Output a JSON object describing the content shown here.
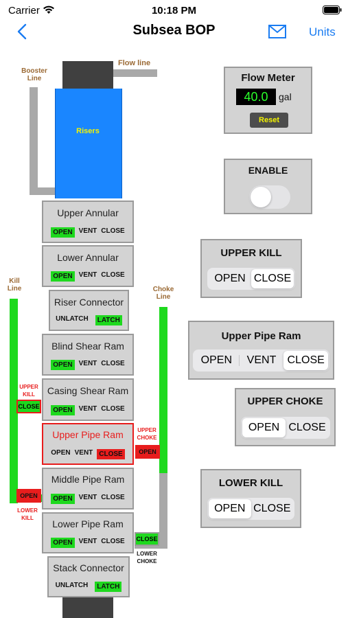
{
  "status_bar": {
    "carrier": "Carrier",
    "time": "10:18 PM"
  },
  "nav": {
    "title": "Subsea BOP",
    "units_label": "Units",
    "back_icon": "chevron-left-icon",
    "mail_icon": "envelope-icon"
  },
  "stack": {
    "booster_line": "Booster Line",
    "flow_line": "Flow line",
    "risers": "Risers",
    "kill_line": "Kill Line",
    "choke_line": "Choke Line",
    "components": [
      {
        "name": "Upper Annular",
        "buttons": [
          "OPEN",
          "VENT",
          "CLOSE"
        ],
        "active": "OPEN"
      },
      {
        "name": "Lower Annular",
        "buttons": [
          "OPEN",
          "VENT",
          "CLOSE"
        ],
        "active": "OPEN"
      },
      {
        "name": "Riser Connector",
        "buttons": [
          "UNLATCH",
          "LATCH"
        ],
        "active": "LATCH"
      },
      {
        "name": "Blind Shear Ram",
        "buttons": [
          "OPEN",
          "VENT",
          "CLOSE"
        ],
        "active": "OPEN"
      },
      {
        "name": "Casing Shear Ram",
        "buttons": [
          "OPEN",
          "VENT",
          "CLOSE"
        ],
        "active": "OPEN"
      },
      {
        "name": "Upper Pipe Ram",
        "buttons": [
          "OPEN",
          "VENT",
          "CLOSE"
        ],
        "active": "CLOSE"
      },
      {
        "name": "Middle Pipe Ram",
        "buttons": [
          "OPEN",
          "VENT",
          "CLOSE"
        ],
        "active": "OPEN"
      },
      {
        "name": "Lower Pipe Ram",
        "buttons": [
          "OPEN",
          "VENT",
          "CLOSE"
        ],
        "active": "OPEN"
      },
      {
        "name": "Stack Connector",
        "buttons": [
          "UNLATCH",
          "LATCH"
        ],
        "active": "LATCH"
      }
    ],
    "valves": {
      "upper_kill": {
        "label": "UPPER KILL",
        "state": "CLOSE"
      },
      "lower_kill": {
        "label": "LOWER KILL",
        "state": "OPEN"
      },
      "upper_choke": {
        "label": "UPPER CHOKE",
        "state": "OPEN"
      },
      "lower_choke": {
        "label": "LOWER CHOKE",
        "state": "CLOSE"
      }
    }
  },
  "flow_meter": {
    "title": "Flow Meter",
    "value": "40.0",
    "unit": "gal",
    "reset_label": "Reset"
  },
  "enable": {
    "title": "ENABLE",
    "on": false
  },
  "controls": {
    "upper_kill": {
      "title": "UPPER KILL",
      "options": [
        "OPEN",
        "CLOSE"
      ],
      "selected": "CLOSE"
    },
    "upper_pipe_ram": {
      "title": "Upper Pipe Ram",
      "options": [
        "OPEN",
        "VENT",
        "CLOSE"
      ],
      "selected": "CLOSE"
    },
    "upper_choke": {
      "title": "UPPER CHOKE",
      "options": [
        "OPEN",
        "CLOSE"
      ],
      "selected": "OPEN"
    },
    "lower_kill": {
      "title": "LOWER KILL",
      "options": [
        "OPEN",
        "CLOSE"
      ],
      "selected": "OPEN"
    }
  },
  "colors": {
    "accent": "#1a7cf2",
    "green": "#1ed91e",
    "red": "#e81d1d",
    "riser_blue": "#1a86ff",
    "brown": "#9b6a35"
  }
}
